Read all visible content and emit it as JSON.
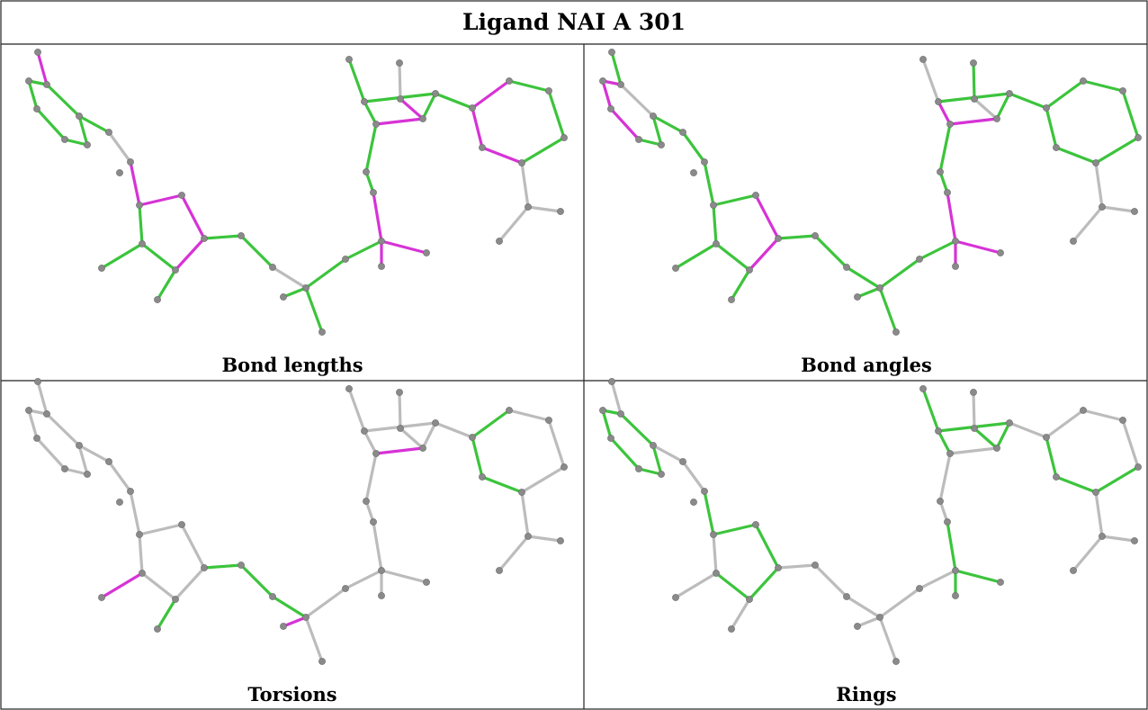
{
  "title": "Ligand NAI A 301",
  "colors": {
    "good": "#3cc43c",
    "outlier": "#d633d6",
    "neutral": "#bcbcbc",
    "atom": "#8a8a8a"
  },
  "panels": [
    {
      "caption": "Bond lengths",
      "bond_colors": [
        "o",
        "g",
        "g",
        "g",
        "g",
        "g",
        "g",
        "g",
        "n",
        "o",
        "o",
        "o",
        "o",
        "g",
        "g",
        "g",
        "g",
        "g",
        "g",
        "n",
        "g",
        "g",
        "g",
        "g",
        "o",
        "o",
        "o",
        "g",
        "g",
        "o",
        "g",
        "g",
        "g",
        "g",
        "o",
        "n",
        "g",
        "o",
        "g",
        "g",
        "g",
        "o",
        "o"
      ]
    },
    {
      "caption": "Bond angles",
      "bond_colors": [
        "g",
        "o",
        "o",
        "o",
        "g",
        "g",
        "n",
        "g",
        "g",
        "g",
        "g",
        "o",
        "o",
        "g",
        "g",
        "g",
        "g",
        "g",
        "g",
        "g",
        "g",
        "g",
        "g",
        "g",
        "o",
        "o",
        "o",
        "g",
        "g",
        "o",
        "g",
        "g",
        "o",
        "n",
        "n",
        "g",
        "g",
        "g",
        "g",
        "g",
        "g",
        "g",
        "g"
      ]
    },
    {
      "caption": "Torsions",
      "bond_colors": [
        "n",
        "n",
        "n",
        "n",
        "n",
        "n",
        "n",
        "n",
        "n",
        "n",
        "n",
        "n",
        "n",
        "n",
        "n",
        "o",
        "g",
        "g",
        "g",
        "g",
        "o",
        "n",
        "n",
        "n",
        "n",
        "n",
        "n",
        "n",
        "n",
        "o",
        "n",
        "n",
        "n",
        "n",
        "n",
        "n",
        "n",
        "g",
        "n",
        "n",
        "n",
        "g",
        "g"
      ]
    },
    {
      "caption": "Rings",
      "bond_colors": [
        "n",
        "g",
        "g",
        "g",
        "g",
        "g",
        "g",
        "n",
        "n",
        "g",
        "g",
        "g",
        "g",
        "g",
        "n",
        "n",
        "n",
        "n",
        "n",
        "n",
        "n",
        "n",
        "n",
        "n",
        "g",
        "g",
        "g",
        "n",
        "n",
        "n",
        "g",
        "g",
        "g",
        "g",
        "g",
        "n",
        "n",
        "n",
        "n",
        "n",
        "g",
        "g",
        "g"
      ]
    }
  ]
}
